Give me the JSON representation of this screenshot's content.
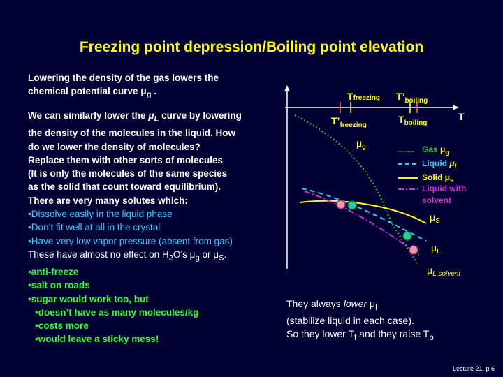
{
  "title": "Freezing point depression/Boiling point elevation",
  "left_text": {
    "p1_line1": "Lowering the density of the gas lowers the",
    "p1_line2_pre": "chemical potential curve ",
    "p1_mu": "μ",
    "p1_sub": "g",
    "p1_end": " .",
    "p2_l1_pre": "We can similarly lower the ",
    "p2_mu": "μ",
    "p2_sub": "L",
    "p2_l1_post": " curve by lowering",
    "p2_l2": "the density of the molecules in the liquid. How",
    "p2_l3": "do we lower the density of molecules?",
    "p2_l4": "Replace them with other sorts of molecules",
    "p2_l5": "(It is only the molecules of the same species",
    "p2_l6": "as the solid that count toward equilibrium).",
    "p2_l7": "There are very many solutes which:",
    "bullet1": "•Dissolve easily in the liquid phase",
    "bullet2": "•Don’t fit well at all in the crystal",
    "bullet3": "•Have very low vapor pressure (absent from gas)",
    "effect_pre": "These have almost no effect on H",
    "effect_sub2": "2",
    "effect_mid": "O’s ",
    "effect_mu1": "μ",
    "effect_g": "g",
    "effect_or": " or ",
    "effect_mu2": "μ",
    "effect_s": "S",
    "effect_end": ".",
    "ex1": "•anti-freeze",
    "ex2": "•salt on roads",
    "ex3": "•sugar would work too, but",
    "ex3a": "•doesn’t  have as many molecules/kg",
    "ex3b": "•costs more",
    "ex3c": "•would leave a sticky mess!"
  },
  "diagram": {
    "t_axis": "T",
    "t_freezing": "T",
    "t_freezing_sub": "freezing",
    "t_freezing_prime": "T’",
    "t_freezing_prime_sub": "freezing",
    "t_boiling_prime": "T’",
    "t_boiling_prime_sub": "boiling",
    "t_boiling": "T",
    "t_boiling_sub": "boiling",
    "mu_g": "μ",
    "mu_g_sub": "g",
    "mu_s": "μ",
    "mu_s_sub": "S",
    "mu_l": "μ",
    "mu_l_sub": "L",
    "mu_l_solvent": "μ",
    "mu_l_solvent_sub": "L,solvent",
    "legend": {
      "gas_marker": "........",
      "gas_label": "Gas ",
      "gas_mu": "μ",
      "gas_sub": "g",
      "liquid_label": "Liquid ",
      "liquid_mu": "μ",
      "liquid_sub": "L",
      "solid_label": "Solid ",
      "solid_mu": "μ",
      "solid_sub": "s",
      "solvent_l1": "Liquid with",
      "solvent_l2": "solvent"
    },
    "colors": {
      "gas": "#33cc33",
      "liquid": "#33ccff",
      "solid": "#ffff00",
      "solvent": "#cc33cc",
      "axis": "#ffffff"
    }
  },
  "conclusion": {
    "l1_pre": "They always ",
    "l1_lower": "lower",
    "l1_mu": " μ",
    "l1_sub": "l",
    "l2": "(stabilize liquid in each case).",
    "l3_pre": "So they lower T",
    "l3_sub_f": "f",
    "l3_mid": " and they raise T",
    "l3_sub_b": "b"
  },
  "footer": "Lecture 21, p 6"
}
